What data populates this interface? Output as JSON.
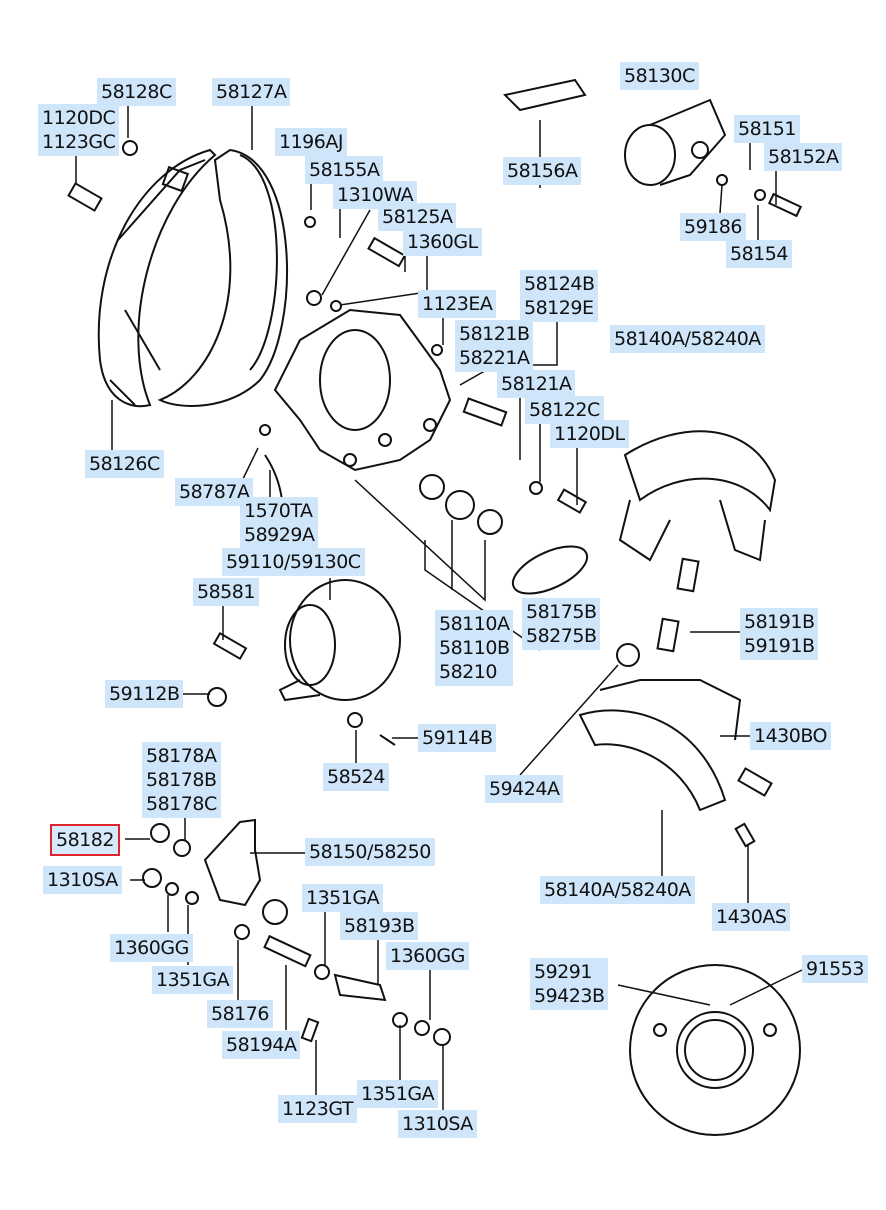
{
  "diagram": {
    "highlight_color": "#e0242b",
    "label_background": "#cfe6fa",
    "selected_part": "58182",
    "labels": {
      "p58128c": "58128C",
      "p58127a": "58127A",
      "p1120dc": "1120DC",
      "p1123gc": "1123GC",
      "p1196aj": "1196AJ",
      "p58155a": "58155A",
      "p1310wa": "1310WA",
      "p58125a": "58125A",
      "p1360gl": "1360GL",
      "p58156a": "58156A",
      "p58130c": "58130C",
      "p58151": "58151",
      "p58152a": "58152A",
      "p59186": "59186",
      "p58154": "58154",
      "p1123ea": "1123EA",
      "p58124b": "58124B",
      "p58129e": "58129E",
      "p58121b": "58121B",
      "p58221a": "58221A",
      "p58140a_top": "58140A/58240A",
      "p58121a": "58121A",
      "p58122c": "58122C",
      "p1120dl": "1120DL",
      "p58126c": "58126C",
      "p58787a": "58787A",
      "p1570ta": "1570TA",
      "p58929a": "58929A",
      "p59110": "59110/59130C",
      "p58581": "58581",
      "p58175b": "58175B",
      "p58275b": "58275B",
      "p58191b": "58191B",
      "p59191b": "59191B",
      "p58110a": "58110A",
      "p58110b": "58110B",
      "p58210": "58210",
      "p59112b": "59112B",
      "p59114b": "59114B",
      "p58524": "58524",
      "p1430bo": "1430BO",
      "p59424a": "59424A",
      "p58178a": "58178A",
      "p58178b": "58178B",
      "p58178c": "58178C",
      "p58182": "58182",
      "p58150": "58150/58250",
      "p1310sa_left": "1310SA",
      "p58140a_bottom": "58140A/58240A",
      "p1430as": "1430AS",
      "p1351ga_mid": "1351GA",
      "p58193b": "58193B",
      "p1360gg_left": "1360GG",
      "p1360gg_right": "1360GG",
      "p1351ga_left": "1351GA",
      "p59291": "59291",
      "p59423b": "59423B",
      "p91553": "91553",
      "p58176": "58176",
      "p58194a": "58194A",
      "p1123gt": "1123GT",
      "p1351ga_bottom": "1351GA",
      "p1310sa_bottom": "1310SA"
    }
  }
}
